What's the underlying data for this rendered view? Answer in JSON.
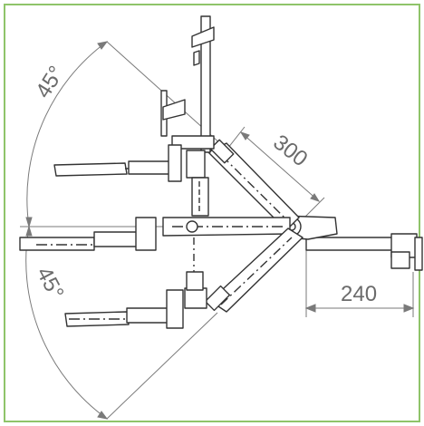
{
  "figure": {
    "border_color": "#8fc46a",
    "line_color": "#333333",
    "dim_color": "#7a7a7a",
    "dim_text_color": "#6b6b6b"
  },
  "labels": {
    "angle_top": "45°",
    "angle_bottom": "45°",
    "arm_length": "300",
    "base_length": "240"
  }
}
